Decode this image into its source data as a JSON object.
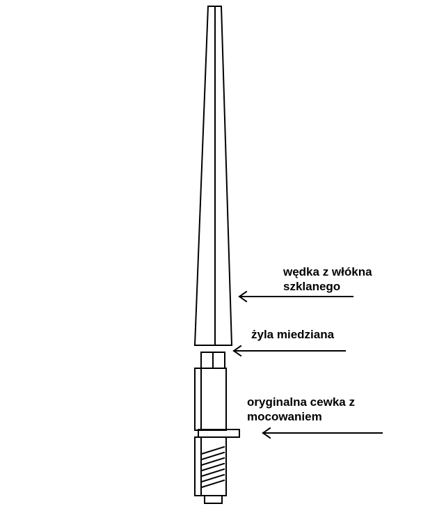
{
  "diagram": {
    "labels": {
      "fiberglass_rod": [
        "wędka z włókna",
        "szklanego"
      ],
      "copper_wire": [
        "żyla miedziana"
      ],
      "original_coil": [
        "oryginalna cewka z",
        "mocowaniem"
      ]
    },
    "colors": {
      "stroke": "#000000",
      "background": "#ffffff"
    }
  }
}
